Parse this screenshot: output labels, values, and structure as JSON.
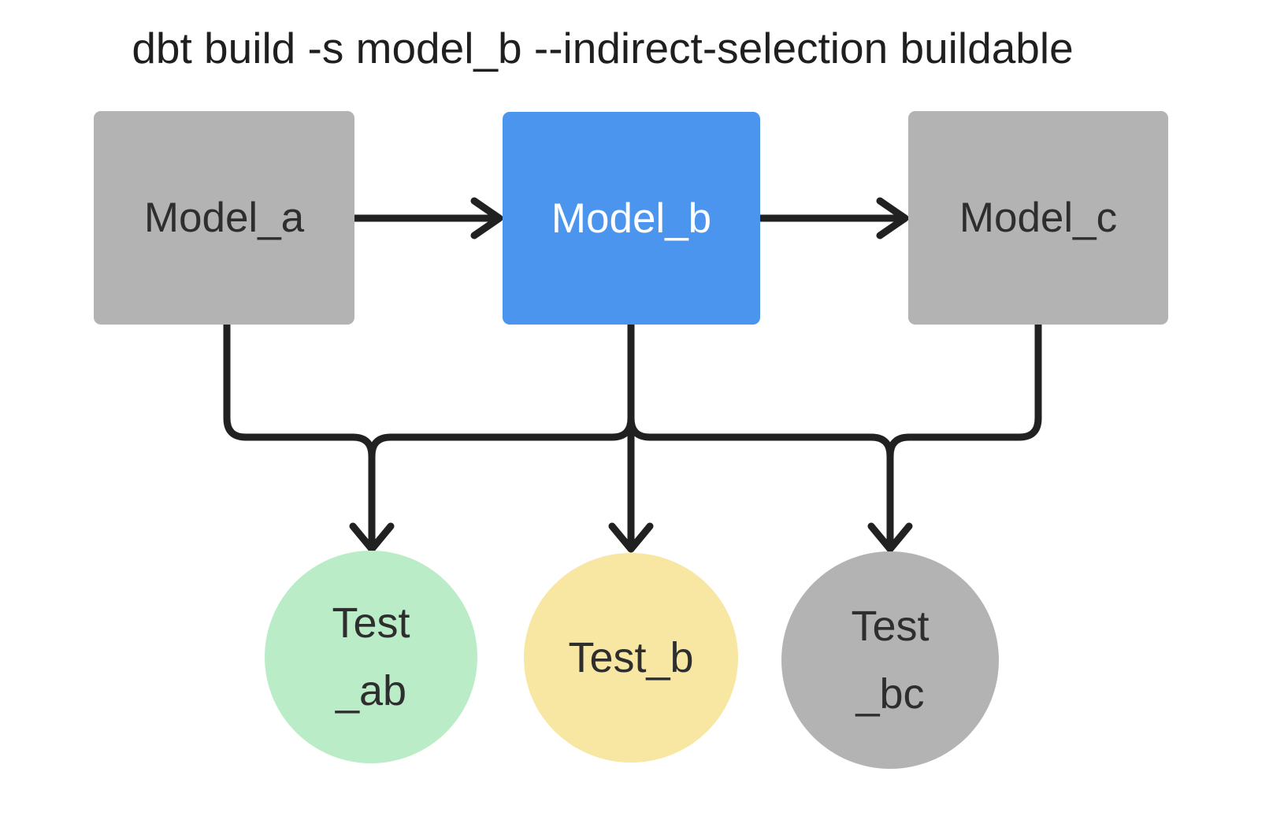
{
  "title": "dbt build -s model_b --indirect-selection buildable",
  "colors": {
    "background": "#ffffff",
    "edge": "#212121",
    "title_text": "#1f1f1f",
    "model_gray_fill": "#b3b3b3",
    "model_blue_fill": "#4b95ef",
    "test_green_fill": "#baedc7",
    "test_yellow_fill": "#f8e6a3",
    "test_gray_fill": "#b3b3b3",
    "dark_text": "#2e2e2e",
    "light_text": "#ffffff"
  },
  "diagram": {
    "models": [
      {
        "id": "model_a",
        "label": "Model_a",
        "fill": "#b3b3b3",
        "text_color": "#2e2e2e"
      },
      {
        "id": "model_b",
        "label": "Model_b",
        "fill": "#4b95ef",
        "text_color": "#ffffff"
      },
      {
        "id": "model_c",
        "label": "Model_c",
        "fill": "#b3b3b3",
        "text_color": "#2e2e2e"
      }
    ],
    "tests": [
      {
        "id": "test_ab",
        "lines": [
          "Test",
          "_ab"
        ],
        "fill": "#baedc7"
      },
      {
        "id": "test_b",
        "lines": [
          "Test_b"
        ],
        "fill": "#f8e6a3"
      },
      {
        "id": "test_bc",
        "lines": [
          "Test",
          "_bc"
        ],
        "fill": "#b3b3b3"
      }
    ],
    "edges": [
      {
        "from": "model_a",
        "to": "model_b"
      },
      {
        "from": "model_b",
        "to": "model_c"
      },
      {
        "from": "model_a",
        "to": "test_ab"
      },
      {
        "from": "model_b",
        "to": "test_ab"
      },
      {
        "from": "model_b",
        "to": "test_b"
      },
      {
        "from": "model_b",
        "to": "test_bc"
      },
      {
        "from": "model_c",
        "to": "test_bc"
      }
    ]
  }
}
